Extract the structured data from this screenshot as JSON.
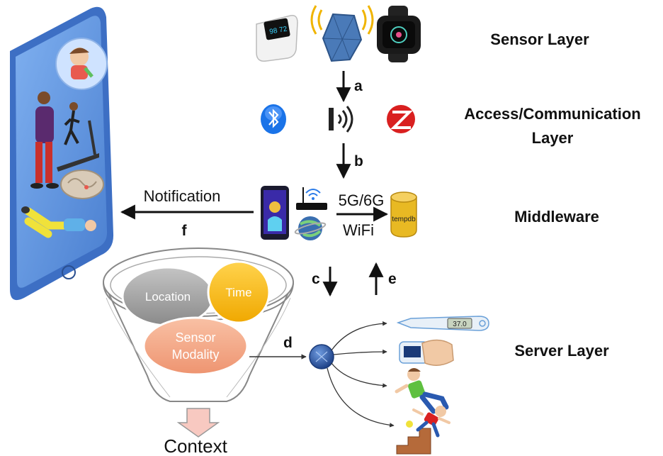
{
  "layers": {
    "sensor": "Sensor Layer",
    "access_line1": "Access/Communication",
    "access_line2": "Layer",
    "middleware": "Middleware",
    "server": "Server Layer"
  },
  "arrows": {
    "a": "a",
    "b": "b",
    "c": "c",
    "d": "d",
    "e": "e",
    "f": "f"
  },
  "notification_label": "Notification",
  "network_labels": {
    "cellular": "5G/6G",
    "wifi": "WiFi"
  },
  "database_label": "tempdb",
  "thermometer_display": "37.0",
  "context_funnel": {
    "location": "Location",
    "time": "Time",
    "sensor_line1": "Sensor",
    "sensor_line2": "Modality",
    "output": "Context"
  },
  "colors": {
    "phone_body": "#5b8fd9",
    "phone_frame": "#3d6fc4",
    "location_bubble": "#9b9b9b",
    "time_bubble": "#ffbf00",
    "sensor_bubble": "#f4a582",
    "context_arrow": "#f8c9c1",
    "server_node": "#2e5aa8",
    "zigbee_red": "#d92020",
    "bluetooth_blue": "#1a73e8",
    "database_gold": "#e8b923"
  },
  "icons": [
    "pulse-oximeter-icon",
    "beacon-icon",
    "smartwatch-icon",
    "bluetooth-icon",
    "wireless-signal-icon",
    "zigbee-icon",
    "smartphone-icon",
    "router-icon",
    "globe-icon",
    "database-icon",
    "thermometer-icon",
    "finger-oximeter-icon",
    "exercising-person-icon",
    "falling-person-icon"
  ]
}
